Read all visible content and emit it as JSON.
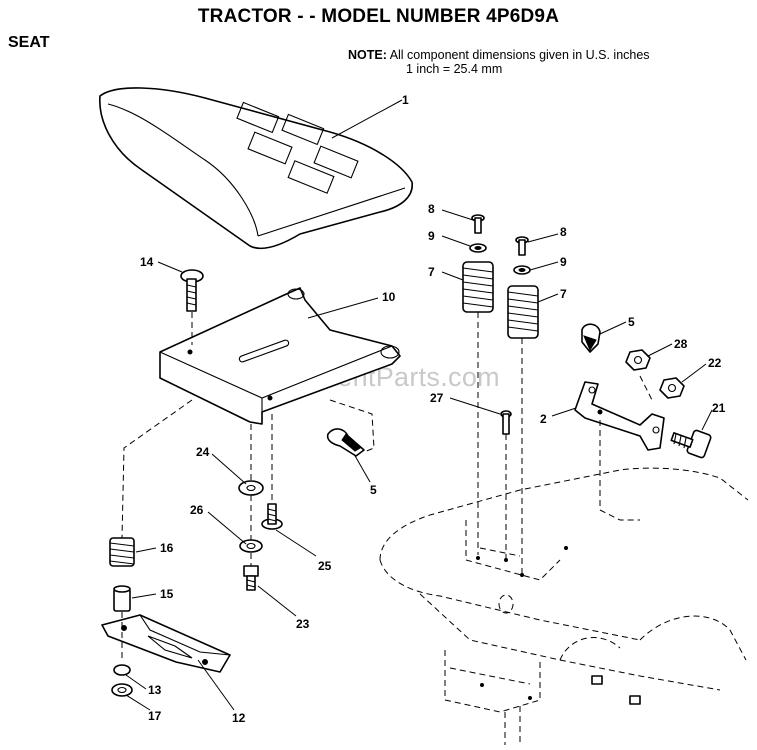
{
  "header": {
    "title": "TRACTOR - - MODEL NUMBER 4P6D9A",
    "section": "SEAT"
  },
  "note": {
    "label": "NOTE:",
    "line1": "All component  dimensions given in U.S. inches",
    "line2": "1 inch = 25.4 mm"
  },
  "watermark": "eReplacementParts.com",
  "callouts": {
    "c1": "1",
    "c14": "14",
    "c10": "10",
    "c24": "24",
    "c5a": "5",
    "c26": "26",
    "c25": "25",
    "c16": "16",
    "c15": "15",
    "c23": "23",
    "c13": "13",
    "c17": "17",
    "c12": "12",
    "c8a": "8",
    "c9a": "9",
    "c7a": "7",
    "c8b": "8",
    "c9b": "9",
    "c7b": "7",
    "c5b": "5",
    "c28": "28",
    "c22": "22",
    "c27": "27",
    "c2": "2",
    "c21": "21"
  }
}
